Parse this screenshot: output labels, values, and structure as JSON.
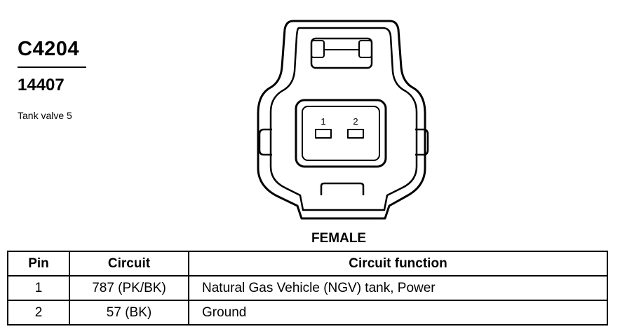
{
  "header": {
    "connector_id": "C4204",
    "part_number": "14407",
    "description": "Tank valve 5"
  },
  "connector": {
    "pin_labels": [
      "1",
      "2"
    ],
    "gender": "FEMALE"
  },
  "table": {
    "headers": [
      "Pin",
      "Circuit",
      "Circuit function"
    ],
    "rows": [
      {
        "pin": "1",
        "circuit": "787 (PK/BK)",
        "function": "Natural Gas Vehicle (NGV) tank, Power"
      },
      {
        "pin": "2",
        "circuit": "57 (BK)",
        "function": "Ground"
      }
    ]
  }
}
